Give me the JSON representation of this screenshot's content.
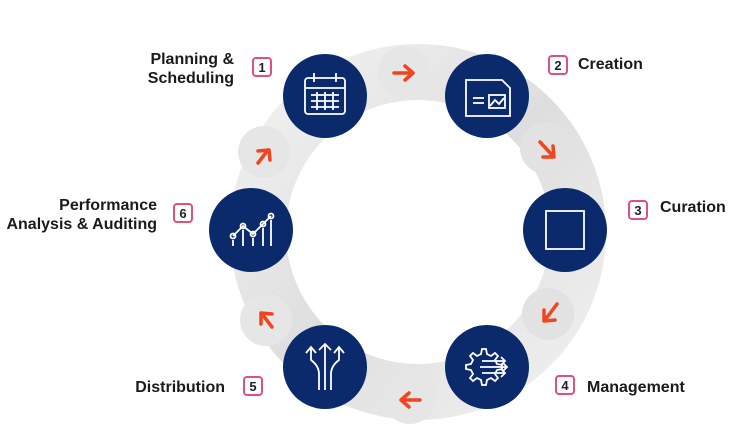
{
  "diagram": {
    "steps": [
      {
        "number": "1",
        "label_lines": [
          "Planning &",
          "Scheduling"
        ],
        "icon": "calendar-icon"
      },
      {
        "number": "2",
        "label_lines": [
          "Creation"
        ],
        "icon": "document-image-icon"
      },
      {
        "number": "3",
        "label_lines": [
          "Curation"
        ],
        "icon": "square-frame-icon"
      },
      {
        "number": "4",
        "label_lines": [
          "Management"
        ],
        "icon": "gear-arrows-icon"
      },
      {
        "number": "5",
        "label_lines": [
          "Distribution"
        ],
        "icon": "split-arrows-icon"
      },
      {
        "number": "6",
        "label_lines": [
          "Performance",
          "Analysis & Auditing"
        ],
        "icon": "line-chart-icon"
      }
    ],
    "colors": {
      "node_fill": "#0b2a6b",
      "arrow": "#f0451f",
      "badge_border": "#e0507a",
      "ring_light": "#eeeeee",
      "ring_dark": "#dadada"
    }
  }
}
